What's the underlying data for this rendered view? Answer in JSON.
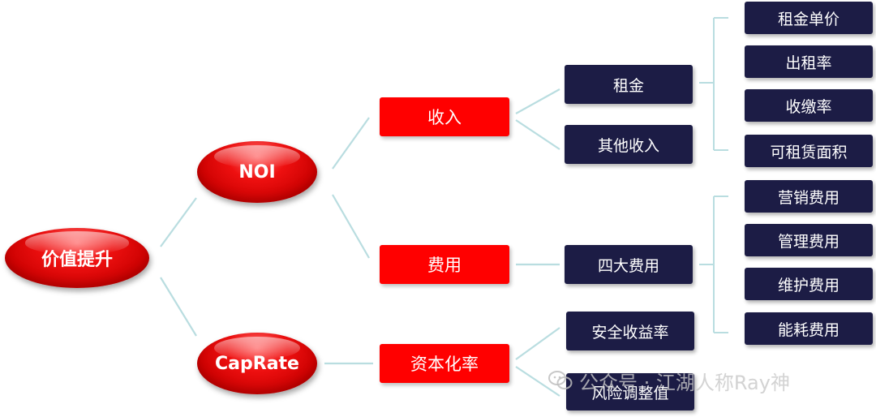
{
  "diagram": {
    "root": "价值提升",
    "level1": {
      "noi": "NOI",
      "caprate": "CapRate"
    },
    "level2": {
      "income": "收入",
      "expense": "费用",
      "cap_rate": "资本化率"
    },
    "level3": {
      "rent": "租金",
      "other_income": "其他收入",
      "four_expenses": "四大费用",
      "safe_yield": "安全收益率",
      "risk_adjustment": "风险调整值"
    },
    "rent_factors": [
      "租金单价",
      "出租率",
      "收缴率",
      "可租赁面积"
    ],
    "expense_items": [
      "营销费用",
      "管理费用",
      "维护费用",
      "能耗费用"
    ]
  },
  "watermark": {
    "text": "公众号 · 江湖人称Ray神",
    "icon": "wechat-icon"
  },
  "colors": {
    "red": "#ff0000",
    "navy": "#1c1c45",
    "connector": "#b9dde0"
  }
}
